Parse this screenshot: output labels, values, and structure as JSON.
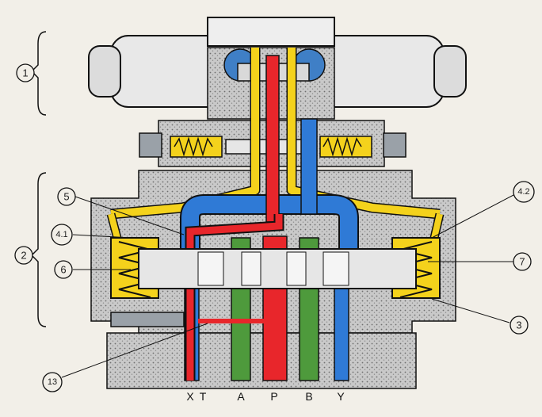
{
  "callouts": {
    "c1": "1",
    "c2": "2",
    "c3": "3",
    "c4_1": "4.1",
    "c4_2": "4.2",
    "c5": "5",
    "c6": "6",
    "c7": "7",
    "c13": "13"
  },
  "ports": {
    "x": "X",
    "t": "T",
    "a": "A",
    "p": "P",
    "b": "B",
    "y": "Y"
  },
  "colors": {
    "pressure": "#e8262b",
    "pilot": "#f4d21c",
    "tank": "#2f7ad6",
    "work": "#4e9a3c",
    "spool": "#e6e6e6",
    "body": "#bdbdbd"
  }
}
